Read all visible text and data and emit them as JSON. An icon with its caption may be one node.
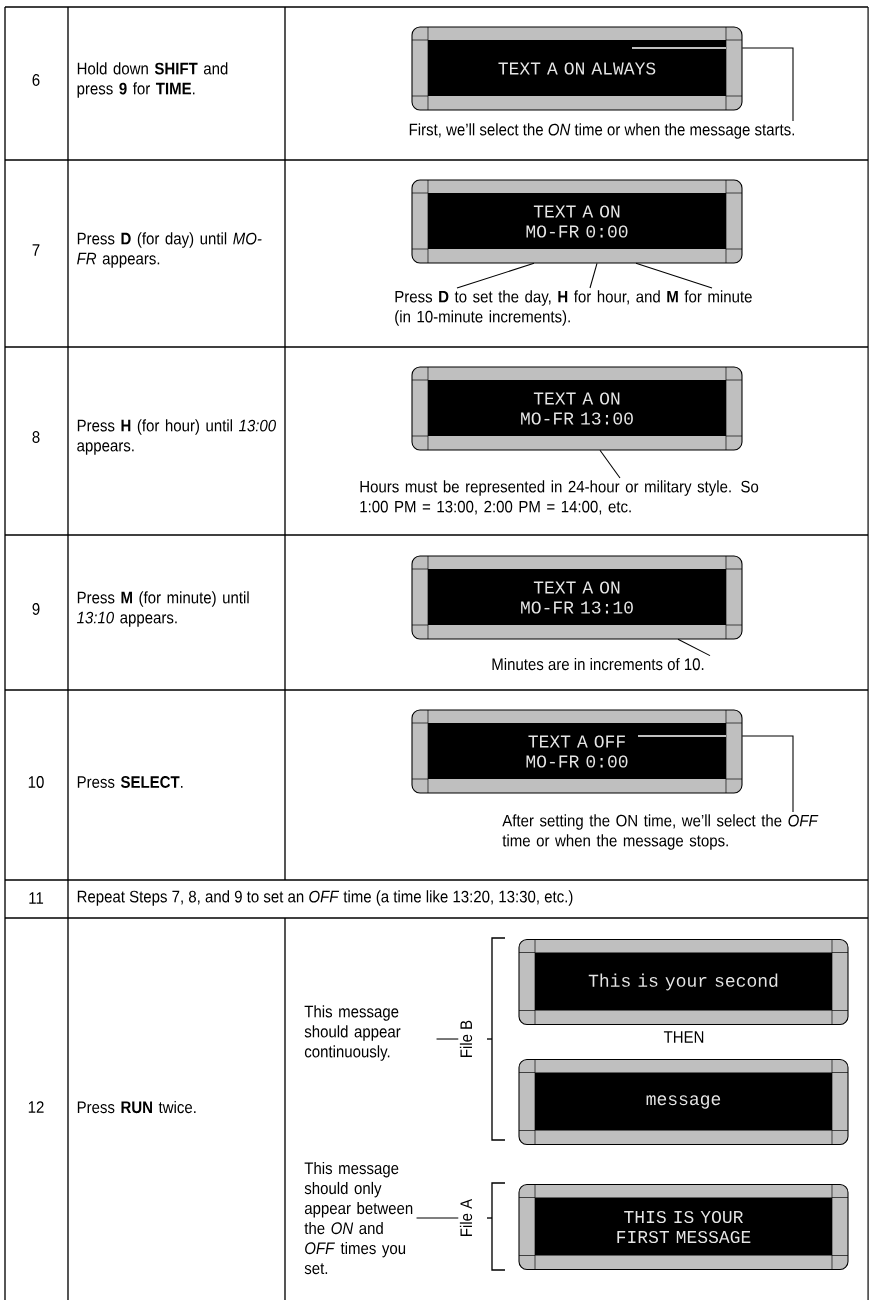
{
  "diagram": {
    "nodes": [
      {
        "text": [
          "TEXT A ON ALWAYS"
        ]
      },
      {
        "text": [
          "First, we’ll select the *ON* time or when the message starts."
        ]
      },
      {
        "text": [
          "TEXT A ON MO-FR 0:00"
        ]
      },
      {
        "text": [
          "Press **D** to set the day, **H** for hour, and **M** for minute (in 10-minute increments)."
        ]
      },
      {
        "text": [
          "TEXT A ON MO-FR 13:00"
        ]
      },
      {
        "text": [
          "Hours must be represented in 24-hour or military style. So 1:00 PM = 13:00, 2:00 PM = 14:00, etc."
        ]
      },
      {
        "text": [
          "TEXT A ON MO-FR 13:10"
        ]
      },
      {
        "text": [
          "Minutes are in increments of 10."
        ]
      },
      {
        "text": [
          "TEXT A OFF MO-FR 0:00"
        ]
      },
      {
        "text": [
          "After setting the ON time, we’ll select the *OFF* time or when the message stops."
        ]
      },
      {
        "text": [
          "This is your second"
        ]
      },
      {
        "text": [
          "message"
        ]
      },
      {
        "text": [
          "THIS IS YOUR FIRST MESSAGE"
        ]
      },
      {
        "text": [
          "This message should appear continuously."
        ]
      },
      {
        "text": [
          "File B"
        ]
      },
      {
        "text": [
          "This message should only appear between the *ON* and *OFF* times you set."
        ]
      },
      {
        "text": [
          "File A"
        ]
      }
    ],
    "edges": [
      {
        "from": 0,
        "to": 1,
        "arrow": "none"
      },
      {
        "from": 3,
        "to": 2,
        "arrow": "none"
      },
      {
        "from": 3,
        "to": 2,
        "arrow": "none"
      },
      {
        "from": 3,
        "to": 2,
        "arrow": "none"
      },
      {
        "from": 5,
        "to": 4,
        "arrow": "none"
      },
      {
        "from": 7,
        "to": 6,
        "arrow": "none"
      },
      {
        "from": 8,
        "to": 9,
        "arrow": "none"
      },
      {
        "from": 13,
        "to": 14,
        "arrow": "none"
      },
      {
        "from": 15,
        "to": 16,
        "arrow": "none"
      }
    ],
    "labels": [
      "6",
      "Hold down **SHIFT** and press **9** for **TIME**.",
      "7",
      "Press **D** (for day) until *MO-FR* appears.",
      "8",
      "Press **H** (for hour) until *13:00* appears.",
      "9",
      "Press **M** (for minute) until *13:10* appears.",
      "10",
      "Press **SELECT**.",
      "11",
      "Repeat Steps 7, 8, and 9 to set an *OFF* time (a time like 13:20, 13:30, etc.)",
      "12",
      "Press **RUN** twice.",
      "THEN"
    ]
  }
}
